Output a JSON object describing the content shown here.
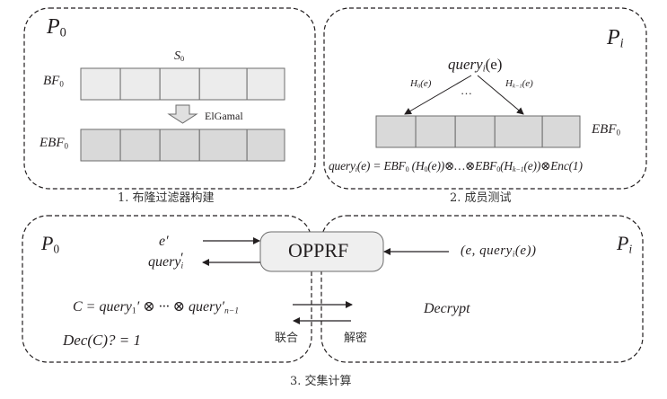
{
  "panel1": {
    "party": "P",
    "party_sub": "0",
    "set_label": "S",
    "set_sub": "0",
    "bf_label": "BF",
    "bf_sub": "0",
    "ebf_label": "EBF",
    "ebf_sub": "0",
    "arrow_label": "ElGamal",
    "cells": 5,
    "caption": "1. 布隆过滤器构建"
  },
  "panel2": {
    "party": "P",
    "party_sub": "i",
    "query_label": "query",
    "query_sub": "i",
    "query_arg": "(e)",
    "hash_first": "H",
    "hash_first_sub": "0",
    "hash_first_arg": "(e)",
    "hash_last": "H",
    "hash_last_sub": "k−1",
    "hash_last_arg": "(e)",
    "ellipsis": "…",
    "ebf_label": "EBF",
    "ebf_sub": "0",
    "formula": "query_i(e) = EBF_0(H_0(e)) ⊗ … ⊗ EBF_0(H_{k−1}(e)) ⊗ Enc(1)",
    "formula_parts": {
      "lhs": "query",
      "lhs_sub": "i",
      "lhs_arg": "(e) = ",
      "t1": "EBF",
      "t1_sub": "0",
      "t1_arg": " (H",
      "t1_h_sub": "0",
      "t1_close": "(e))⊗…⊗",
      "t2": "EBF",
      "t2_sub": "0",
      "t2_arg": "(H",
      "t2_h_sub": "k−1",
      "t2_close": "(e))⊗",
      "enc": "Enc(1)"
    },
    "caption": "2. 成员测试"
  },
  "panel3": {
    "left_party": "P",
    "left_party_sub": "0",
    "right_party": "P",
    "right_party_sub": "i",
    "oprf_label": "OPPRF",
    "e_prime": "e′",
    "query_prime": "query",
    "query_prime_sub": "i",
    "query_prime_mark": "′",
    "right_input": "(e, query",
    "right_input_sub": "i",
    "right_input_end": "(e))",
    "c_formula_lhs": "C = query",
    "c_formula_sub1": "1",
    "c_formula_mid": "′ ⊗ ··· ⊗ query′",
    "c_formula_sub2": "n−1",
    "dec_check": "Dec(C)? = 1",
    "decrypt": "Decrypt",
    "union_label": "联合",
    "decrypt_label": "解密",
    "caption": "3. 交集计算"
  },
  "colors": {
    "bf_fill": "#ececec",
    "ebf_fill": "#d9d9d9",
    "oprf_fill": "#efefef",
    "stroke": "#231f20",
    "cell_border": "#6d6d6d"
  }
}
